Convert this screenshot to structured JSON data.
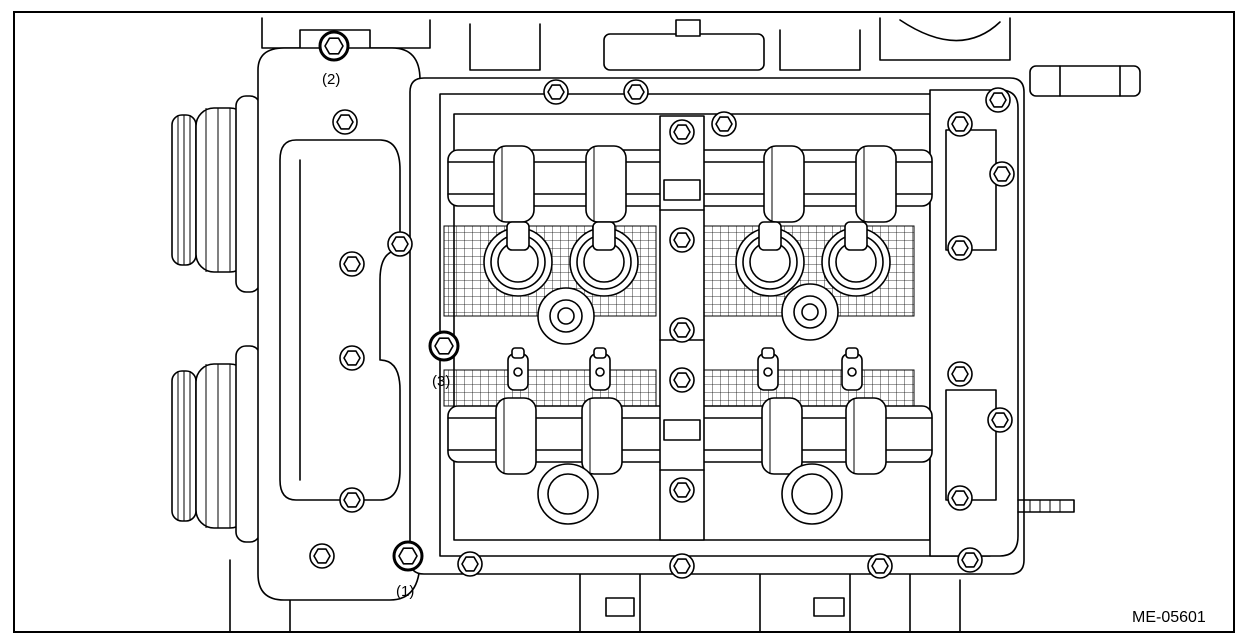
{
  "labels": {
    "callout_1": "(1)",
    "callout_2": "(2)",
    "callout_3": "(3)"
  },
  "figure_id": "ME-05601"
}
